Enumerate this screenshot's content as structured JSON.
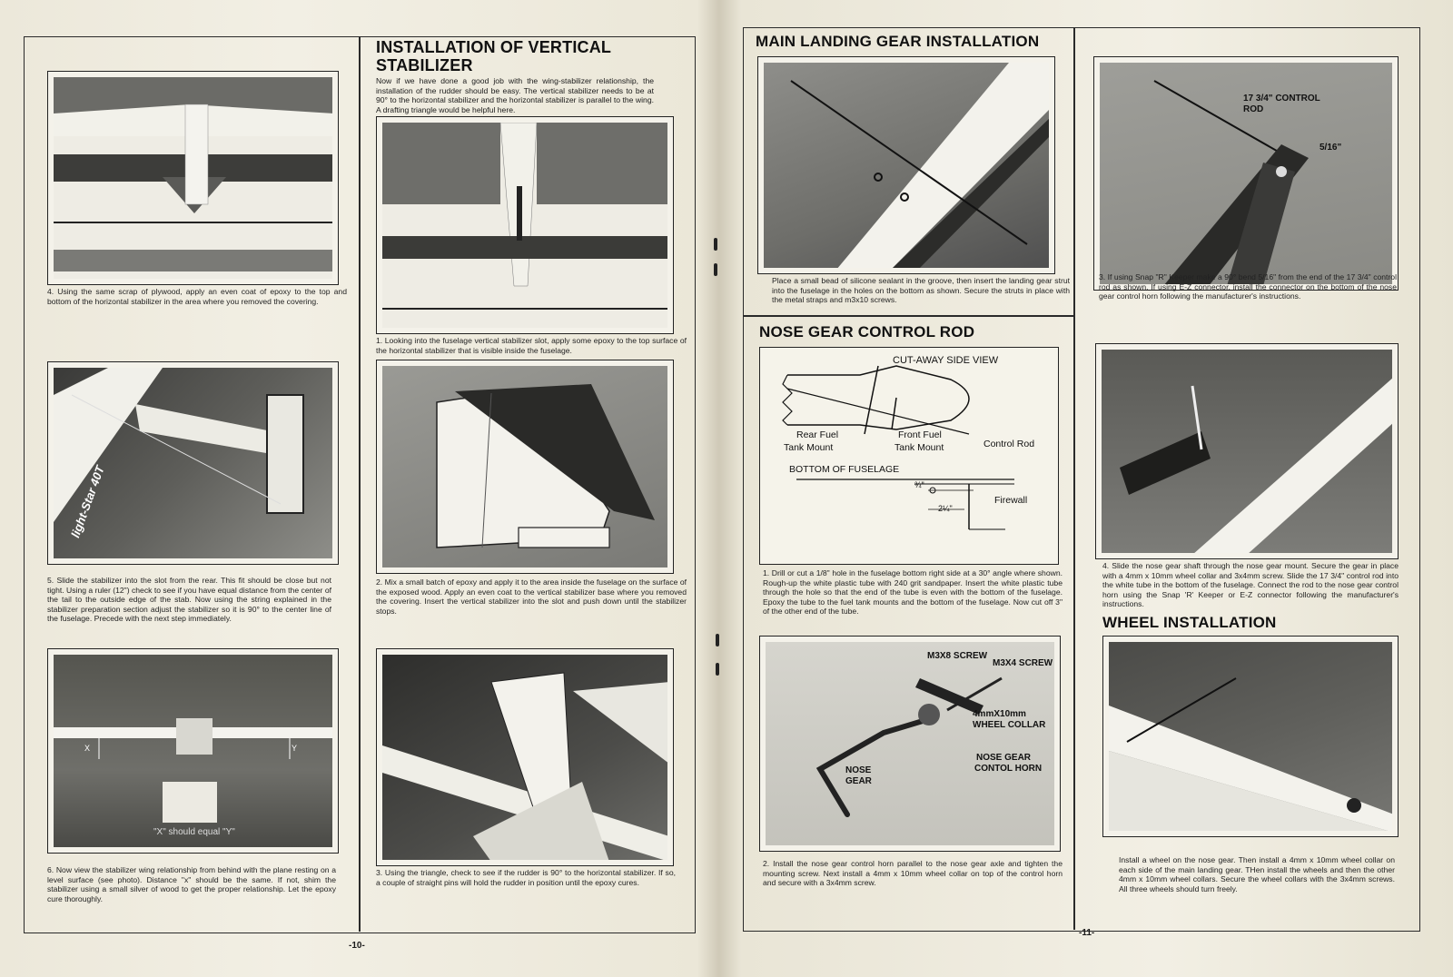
{
  "left_page": {
    "number": "-10-",
    "section_title_line1": "INSTALLATION OF VERTICAL",
    "section_title_line2": "STABILIZER",
    "intro": "Now if we have done a good job with the wing-stabilizer relationship, the installation of the rudder should be easy. The vertical stabilizer needs to be at 90° to the horizontal stabilizer and the horizontal stabilizer is parallel to the wing. A drafting triangle would be helpful here.",
    "steps_left_col": [
      {
        "caption": "4. Using the same scrap of plywood, apply an even coat of epoxy to the top and bottom of the horizontal stabilizer in the area where you removed the covering."
      },
      {
        "caption": "5. Slide the stabilizer into the slot from the rear. This fit should be close but not tight. Using a ruler (12\") check to see if you have equal distance from the center of the tail to the outside edge of the stab. Now using the string explained in the stabilizer preparation section adjust the stabilizer so it is 90° to the center line of the fuselage. Precede with the next step immediately.",
        "photo_text": "light-Star 40T"
      },
      {
        "caption": "6. Now view the stabilizer wing relationship from behind with the plane resting on a level surface (see photo). Distance \"x\" should be the same. If not, shim the stabilizer using a small silver of wood to get the proper relationship. Let the epoxy cure thoroughly.",
        "photo_text": "\"X\" should equal \"Y\"",
        "x_label": "X",
        "y_label": "Y"
      }
    ],
    "steps_right_col": [
      {
        "caption": "1. Looking into the fuselage vertical stabilizer slot, apply some epoxy to the top surface of the horizontal stabilizer that is visible inside the fuselage."
      },
      {
        "caption": "2. Mix a small batch of epoxy and apply it to the area inside the fuselage on the surface of the exposed wood. Apply an even coat to the vertical stabilizer base where you removed the covering. Insert the vertical stabilizer into the slot and push down until the stabilizer stops."
      },
      {
        "caption": "3. Using the triangle, check to see if the rudder is 90° to the horizontal stabilizer. If so, a couple of straight pins will hold the rudder in position until the epoxy cures."
      }
    ]
  },
  "right_page": {
    "number": "-11-",
    "main_gear": {
      "title": "MAIN LANDING GEAR INSTALLATION",
      "caption": "Place a small bead of silicone sealant in the groove, then insert the landing gear strut into the fuselage in the holes on the bottom as shown. Secure the struts in place with the metal straps and m3x10 screws."
    },
    "nose_rod": {
      "title": "NOSE GEAR CONTROL ROD",
      "diagram": {
        "title": "CUT-AWAY SIDE VIEW",
        "rear_mount_1": "Rear Fuel",
        "rear_mount_2": "Tank Mount",
        "front_mount_1": "Front Fuel",
        "front_mount_2": "Tank Mount",
        "control_rod": "Control Rod",
        "bottom": "BOTTOM OF FUSELAGE",
        "dim_34": "¾\"",
        "dim_214": "2¼\"",
        "firewall": "Firewall"
      },
      "caption1": "1. Drill or cut a 1/8\" hole in the fuselage bottom right side at a 30° angle where shown. Rough-up the white plastic tube with 240 grit sandpaper. Insert the white plastic tube through the hole so that the end of the tube is even with the bottom of the fuselage. Epoxy the tube to the fuel tank mounts and the bottom of the fuselage. Now cut off 3\" of the other end of the tube.",
      "photo_labels": {
        "m3x8": "M3X8 SCREW",
        "m3x4": "M3X4 SCREW",
        "collar_1": "4mmX10mm",
        "collar_2": "WHEEL COLLAR",
        "horn_1": "NOSE GEAR",
        "horn_2": "CONTOL HORN",
        "gear_1": "NOSE",
        "gear_2": "GEAR"
      },
      "caption2": "2. Install the nose gear control horn parallel to the nose gear axle and tighten the mounting screw. Next install a 4mm x 10mm wheel collar on top of the control horn and secure with a 3x4mm screw."
    },
    "step3": {
      "label_rod_1": "17 3/4\" CONTROL",
      "label_rod_2": "ROD",
      "label_516": "5/16\"",
      "caption": "3. If using Snap \"R\" Keeper make a 90° bend 5/16\" from the end of the 17 3/4\" control rod as shown. If using E-Z connector, install the connector on the bottom of the nose gear control horn following the manufacturer's instructions."
    },
    "step4": {
      "caption": "4. Slide the nose gear shaft through the nose gear mount. Secure the gear in place with a 4mm x 10mm wheel collar and 3x4mm screw. Slide the 17 3/4\" control rod into the white tube in the bottom of the fuselage. Connect the rod to the nose gear control horn using the Snap 'R' Keeper or E-Z connector following the manufacturer's instructions."
    },
    "wheel": {
      "title": "WHEEL INSTALLATION",
      "caption": "Install a wheel on the nose gear. Then install a 4mm x 10mm wheel collar on each side of the main landing gear. THen install the wheels and then the other 4mm x 10mm wheel collars. Secure the wheel collars with the 3x4mm screws. All three wheels should turn freely."
    }
  }
}
